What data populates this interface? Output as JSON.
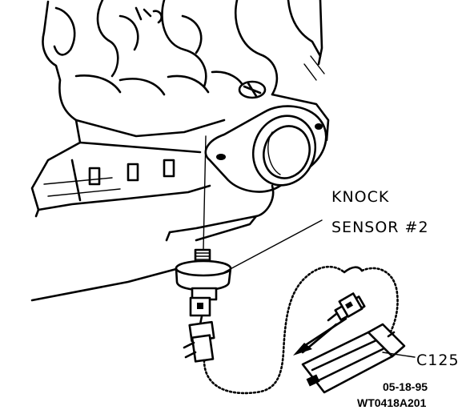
{
  "labels": {
    "knock_line1": "KNOCK",
    "knock_line2": "SENSOR #2",
    "connector": "C125",
    "date": "05-18-95",
    "figure_code": "WT0418A201"
  }
}
